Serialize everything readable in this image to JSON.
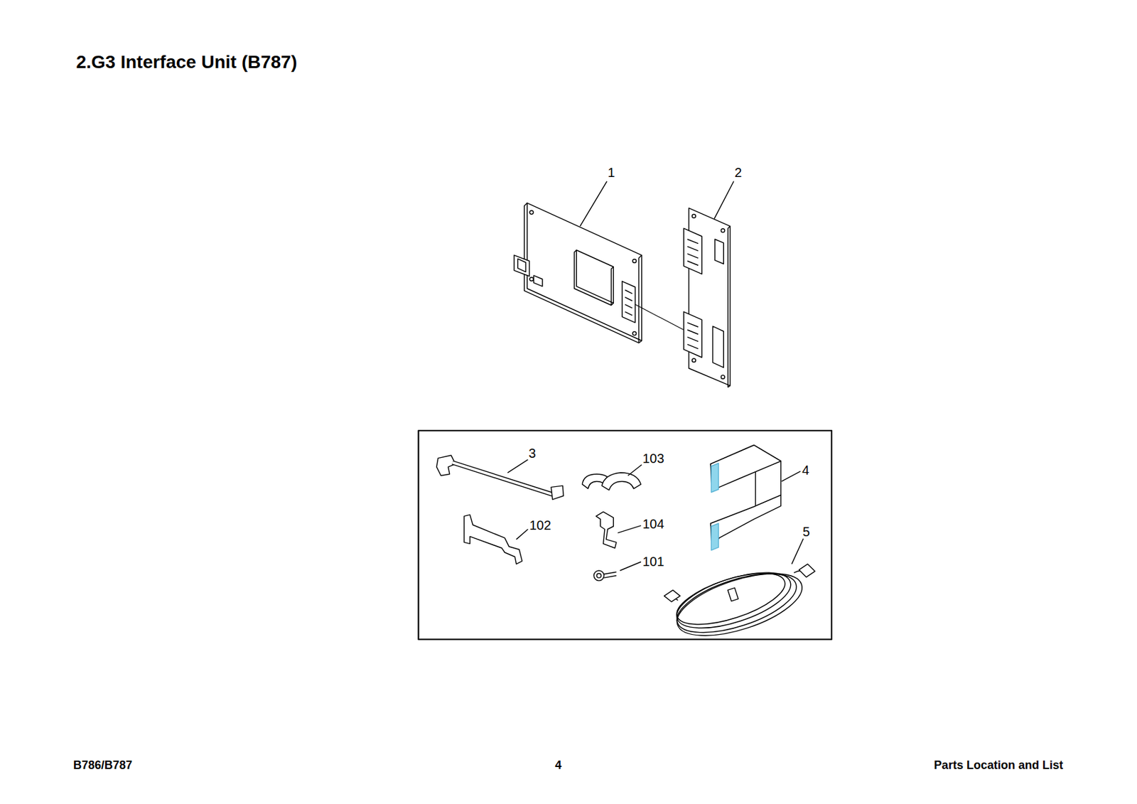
{
  "diagram": {
    "title": "2.G3 Interface Unit (B787)",
    "labels": [
      "1",
      "2",
      "3",
      "103",
      "4",
      "102",
      "104",
      "101",
      "5",
      "B786/B787",
      "4",
      "Parts Location and List"
    ]
  }
}
